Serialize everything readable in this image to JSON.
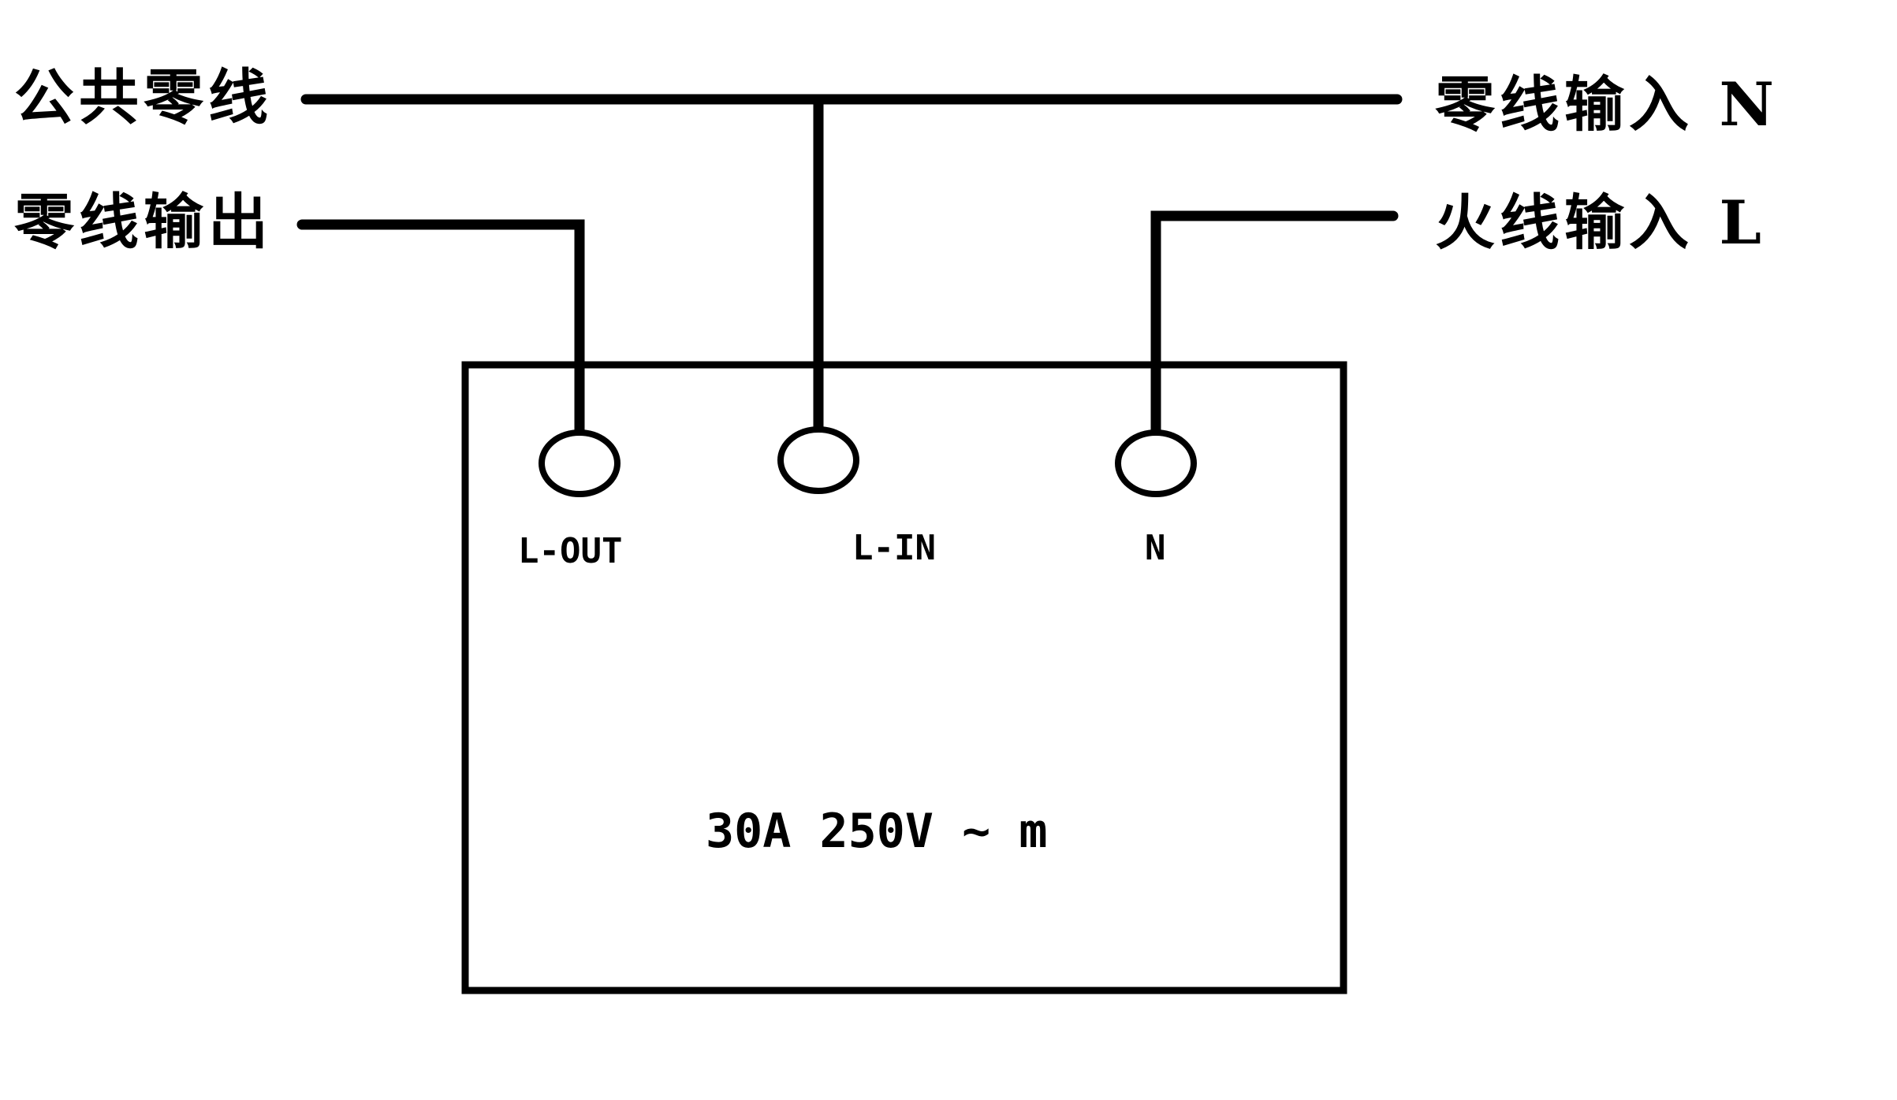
{
  "labels": {
    "common_neutral": "公共零线",
    "neutral_output": "零线输出",
    "neutral_input": "零线输入 N",
    "live_input": "火线输入 L"
  },
  "device": {
    "terminals": {
      "l_out": "L-OUT",
      "l_in": "L-IN",
      "n": "N"
    },
    "rating": "30A 250V ~ m"
  }
}
